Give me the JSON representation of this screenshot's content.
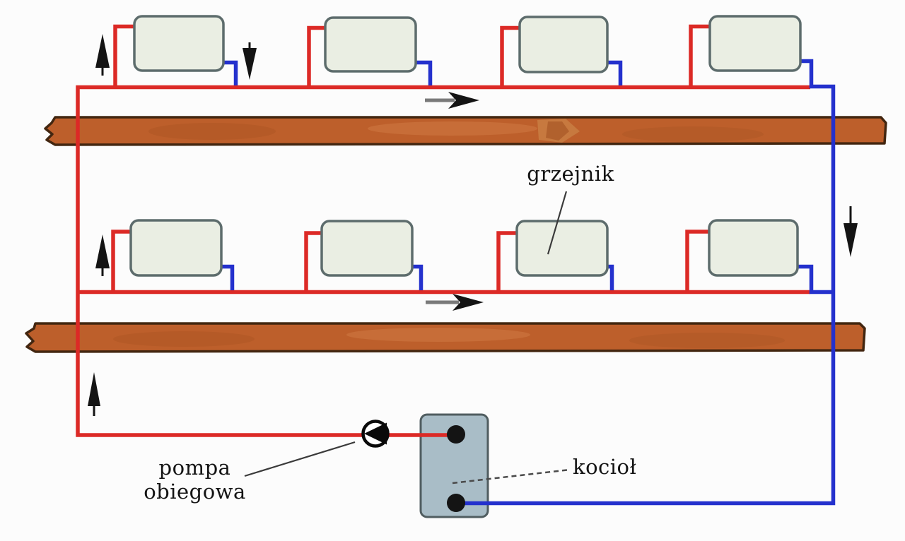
{
  "diagram": {
    "type": "heating-system-schematic",
    "language": "pl",
    "labels": {
      "radiator": "grzejnik",
      "pump": "pompa\nobiegowa",
      "boiler": "kocioł"
    },
    "elements": {
      "floors": 2,
      "radiators_upper_floor": 4,
      "radiators_lower_floor": 4,
      "floor_beams": 2,
      "boiler_ports": 2
    },
    "flow_arrows": {
      "up_arrows": 3,
      "down_arrows": 2,
      "right_arrows": 2
    },
    "colors": {
      "supply_pipe_red": "#dc2a26",
      "return_pipe_blue": "#2431cd",
      "beam_fill": "#bd5f2b",
      "beam_edge": "#422610",
      "radiator_fill": "#eaeee3",
      "radiator_border": "#5d6c6c",
      "boiler_fill": "#a9bdc7",
      "boiler_border": "#505d60",
      "arrow_black": "#141414",
      "arrow_shaft_gray": "#7a7a7a",
      "background": "#fcfcfc"
    }
  }
}
